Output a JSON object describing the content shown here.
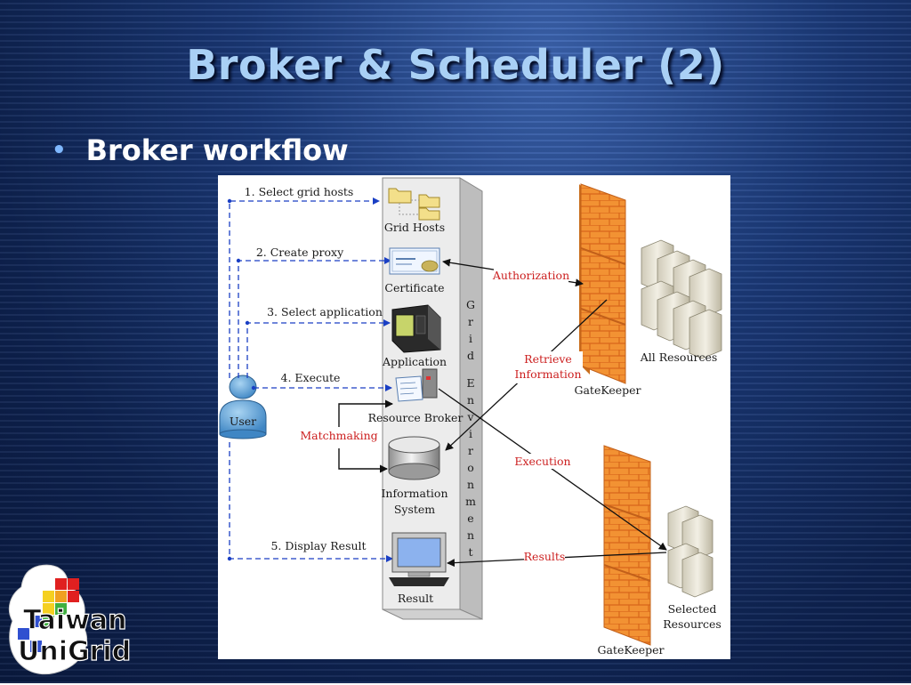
{
  "slide": {
    "title": "Broker & Scheduler (2)",
    "bullet": "Broker workflow"
  },
  "diagram": {
    "steps": [
      "1. Select grid hosts",
      "2. Create proxy",
      "3. Select application",
      "4. Execute",
      "5. Display Result"
    ],
    "user_label": "User",
    "nodes": {
      "grid_hosts": "Grid Hosts",
      "certificate": "Certificate",
      "application": "Application",
      "resource_broker": "Resource Broker",
      "information_system_line1": "Information",
      "information_system_line2": "System",
      "result": "Result"
    },
    "grid_environment": [
      "G",
      "r",
      "i",
      "d",
      "E",
      "n",
      "v",
      "i",
      "r",
      "o",
      "n",
      "m",
      "e",
      "n",
      "t"
    ],
    "red_labels": {
      "authorization": "Authorization",
      "retrieve_line1": "Retrieve",
      "retrieve_line2": "Information",
      "matchmaking": "Matchmaking",
      "execution": "Execution",
      "results": "Results"
    },
    "right": {
      "all_resources": "All Resources",
      "gatekeeper_top": "GateKeeper",
      "selected_line1": "Selected",
      "selected_line2": "Resources",
      "gatekeeper_bottom": "GateKeeper"
    }
  },
  "logo": {
    "line1": "Taiwan",
    "line2": "UniGrid"
  },
  "colors": {
    "title": "#a9d0f5",
    "flow_arrow": "#1a3fc4",
    "red_label": "#cc2020",
    "firewall": "#f08a2a"
  }
}
